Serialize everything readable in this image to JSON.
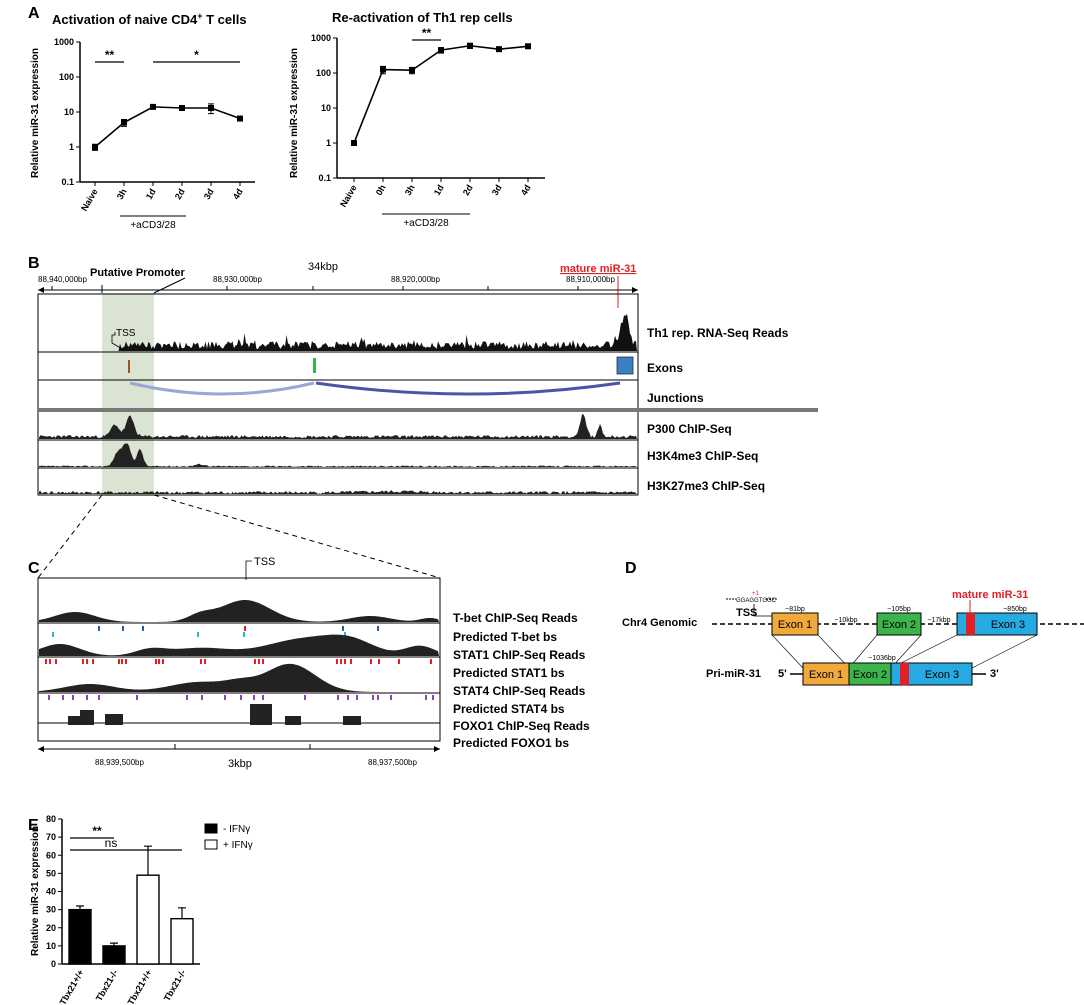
{
  "panel_labels": {
    "a": "A",
    "b": "B",
    "c": "C",
    "d": "D",
    "e": "E"
  },
  "chart_data": [
    {
      "type": "line",
      "title": "Activation of naive CD4+ T cells",
      "ylabel": "Relative miR-31 expression",
      "yscale": "log",
      "ylim": [
        0.1,
        1000
      ],
      "yticks": [
        "0.1",
        "1",
        "10",
        "100",
        "1000"
      ],
      "categories": [
        "Naive",
        "3h",
        "1d",
        "2d",
        "3d",
        "4d"
      ],
      "values": [
        1,
        5,
        14,
        13,
        13,
        6.5
      ],
      "errors": [
        0.2,
        1.1,
        1.5,
        2,
        4,
        0.6
      ],
      "bracket_label": "+aCD3/28",
      "significance": [
        {
          "from": 0,
          "to": 1,
          "label": "**"
        },
        {
          "from": 2,
          "to": 5,
          "label": "*"
        }
      ]
    },
    {
      "type": "line",
      "title": "Re-activation of  Th1 rep cells",
      "ylabel": "Relative miR-31 expression",
      "yscale": "log",
      "ylim": [
        0.1,
        1000
      ],
      "yticks": [
        "0.1",
        "1",
        "10",
        "100",
        "1000"
      ],
      "categories": [
        "Naive",
        "0h",
        "3h",
        "1d",
        "2d",
        "3d",
        "4d"
      ],
      "values": [
        1,
        125,
        120,
        450,
        600,
        480,
        580
      ],
      "errors": [
        0.1,
        30,
        25,
        80,
        100,
        50,
        70
      ],
      "bracket_label": "+aCD3/28",
      "significance": [
        {
          "from": 2,
          "to": 3,
          "label": "**"
        }
      ]
    },
    {
      "type": "bar",
      "ylabel": "Relative miR-31 expression",
      "ylim": [
        0,
        80
      ],
      "yticks": [
        "0",
        "10",
        "20",
        "30",
        "40",
        "50",
        "60",
        "70",
        "80"
      ],
      "categories": [
        "Tbx21+/+",
        "Tbx21-/-",
        "Tbx21+/+",
        "Tbx21-/-"
      ],
      "values": [
        30,
        10,
        49,
        25
      ],
      "errors": [
        2,
        1.5,
        16,
        6
      ],
      "groups": [
        "- IFNγ",
        "- IFNγ",
        "+ IFNγ",
        "+ IFNγ"
      ],
      "legend": [
        "- IFNγ",
        "+ IFNγ"
      ],
      "colors": {
        "- IFNγ": "#000000",
        "+ IFNγ": "#ffffff"
      },
      "significance": [
        {
          "from": 0,
          "to": 1,
          "label": "**"
        },
        {
          "from": 0,
          "to": 3,
          "label": "ns"
        }
      ]
    }
  ],
  "panel_b": {
    "scale_label": "34kbp",
    "coords": [
      "88,940,000bp",
      "88,930,000bp",
      "88,920,000bp",
      "88,910,000bp"
    ],
    "promoter_label": "Putative Promoter",
    "mature_label": "mature miR-31",
    "tss_label": "TSS",
    "tracks": [
      "Th1 rep. RNA-Seq Reads",
      "Exons",
      "Junctions",
      "P300 ChIP-Seq",
      "H3K4me3 ChIP-Seq",
      "H3K27me3 ChIP-Seq"
    ]
  },
  "panel_c": {
    "tss_label": "TSS",
    "tracks": [
      "T-bet ChIP-Seq Reads",
      "Predicted T-bet bs",
      "STAT1 ChIP-Seq Reads",
      "Predicted STAT1 bs",
      "STAT4 ChIP-Seq Reads",
      "Predicted STAT4 bs",
      "FOXO1 ChIP-Seq Reads",
      "Predicted FOXO1 bs"
    ],
    "coords": [
      "88,939,500bp",
      "88,937,500bp"
    ],
    "scale_label": "3kbp"
  },
  "panel_d": {
    "genomic_label": "Chr4 Genomic",
    "pri_label": "Pri-miR-31",
    "tss_label": "TSS",
    "seq": "GGAGGTGGC",
    "plus_one": "+1",
    "mature_label": "mature miR-31",
    "exons": [
      "Exon 1",
      "Exon 2",
      "Exon 3"
    ],
    "sizes": [
      "~81bp",
      "~10kbp",
      "~105bp",
      "~17kbp",
      "~850bp"
    ],
    "pri_size": "~1036bp",
    "five_prime": "5'",
    "three_prime": "3'",
    "colors": {
      "exon1": "#f2a93b",
      "exon2": "#3cb44b",
      "exon3": "#27aae1",
      "mature": "#e31e24"
    }
  }
}
